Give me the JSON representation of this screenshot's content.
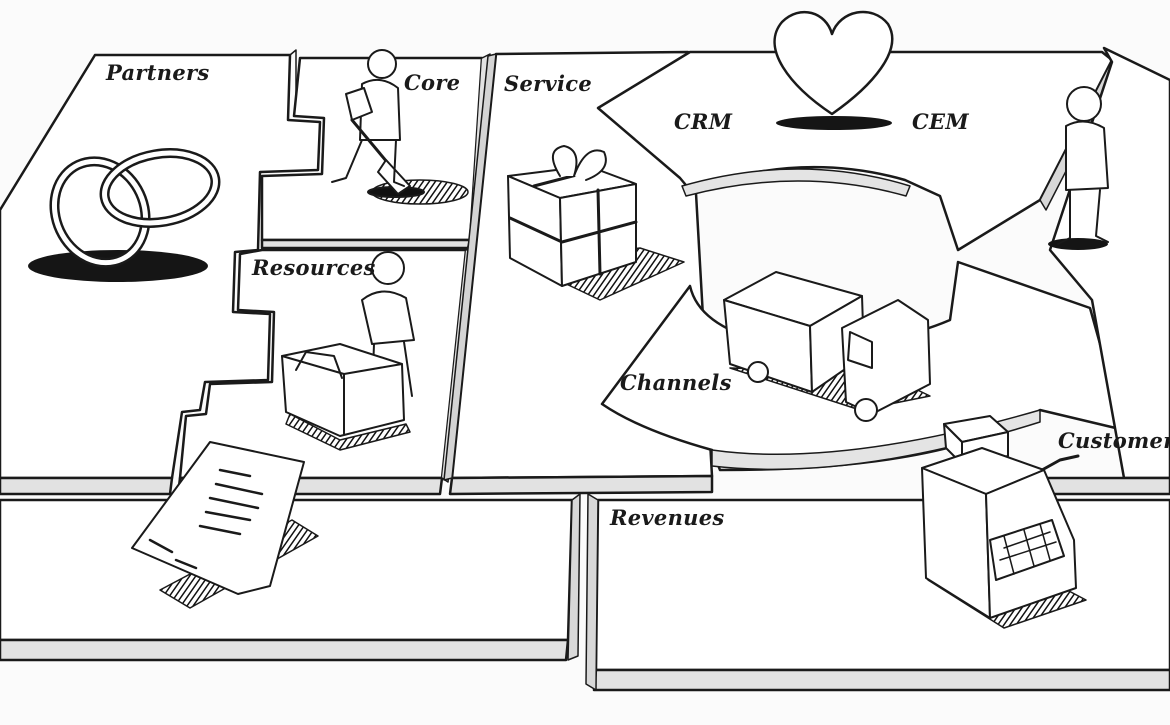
{
  "labels": {
    "partners": "Partners",
    "core": "Core",
    "resources": "Resources",
    "service": "Service",
    "crm": "CRM",
    "cem": "CEM",
    "channels": "Channels",
    "customers": "Customers",
    "revenues": "Revenues"
  },
  "icons": {
    "partners": "interlocked-rings-icon",
    "core": "person-digging-icon",
    "resources": "person-with-crate-icon",
    "costs": "paper-document-icon",
    "service": "gift-box-icon",
    "relationship": "heart-icon",
    "channels": "delivery-truck-icon",
    "customers": "standing-person-icon",
    "revenues": "cash-register-icon"
  },
  "colors": {
    "ink": "#1a1a1a",
    "panel_face": "#ffffff",
    "panel_edge": "#dcdcdc",
    "shadow": "#151515",
    "background": "#fbfbfb"
  }
}
